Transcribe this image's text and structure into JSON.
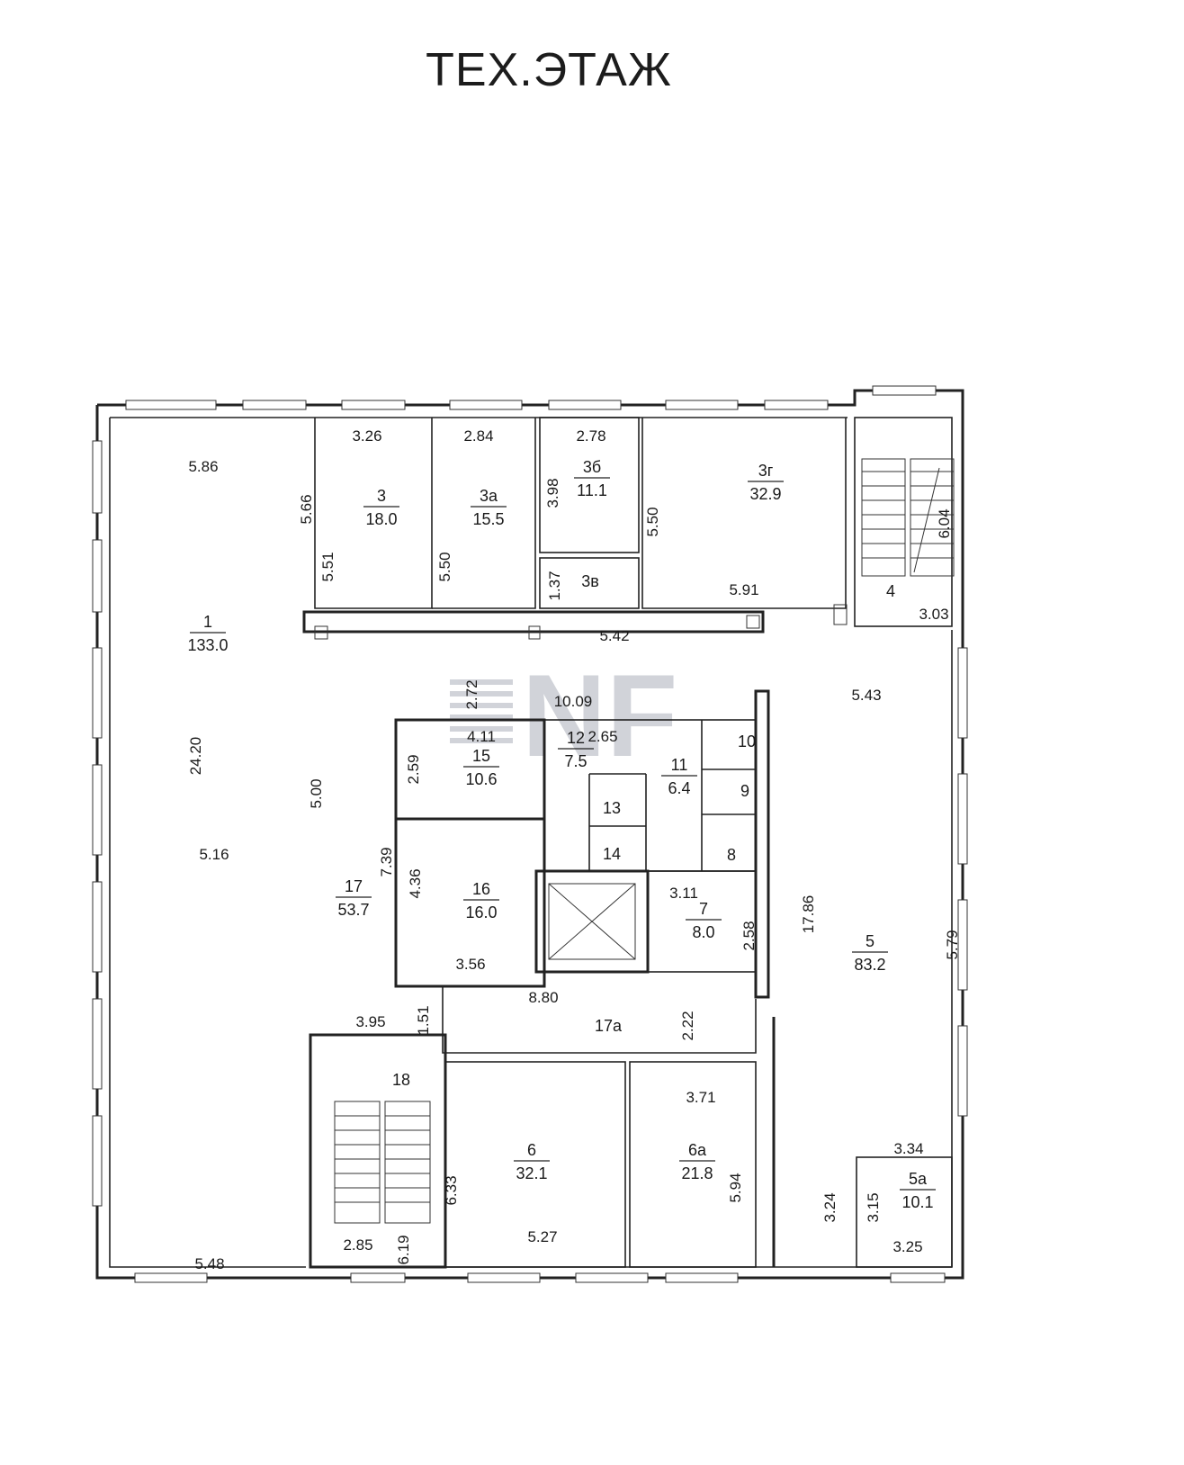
{
  "title": "ТЕХ.ЭТАЖ",
  "watermark": {
    "text": "NF",
    "color": "#c9ccd3"
  },
  "rooms": [
    {
      "id": "1",
      "area": "133.0"
    },
    {
      "id": "3",
      "area": "18.0"
    },
    {
      "id": "3а",
      "area": "15.5"
    },
    {
      "id": "3б",
      "area": "11.1"
    },
    {
      "id": "3в"
    },
    {
      "id": "3г",
      "area": "32.9"
    },
    {
      "id": "4"
    },
    {
      "id": "5",
      "area": "83.2"
    },
    {
      "id": "5а",
      "area": "10.1"
    },
    {
      "id": "6",
      "area": "32.1"
    },
    {
      "id": "6а",
      "area": "21.8"
    },
    {
      "id": "7",
      "area": "8.0"
    },
    {
      "id": "8"
    },
    {
      "id": "9"
    },
    {
      "id": "10"
    },
    {
      "id": "11",
      "area": "6.4"
    },
    {
      "id": "12",
      "area": "7.5"
    },
    {
      "id": "13"
    },
    {
      "id": "14"
    },
    {
      "id": "15",
      "area": "10.6"
    },
    {
      "id": "16",
      "area": "16.0"
    },
    {
      "id": "17",
      "area": "53.7"
    },
    {
      "id": "17а"
    },
    {
      "id": "18"
    }
  ],
  "dimensions": [
    "5.86",
    "3.26",
    "2.84",
    "2.78",
    "3.98",
    "5.66",
    "5.51",
    "5.50",
    "5.50",
    "1.37",
    "5.91",
    "6.04",
    "3.03",
    "5.42",
    "2.72",
    "10.09",
    "5.43",
    "4.11",
    "2.65",
    "2.59",
    "24.20",
    "5.00",
    "7.39",
    "4.36",
    "5.16",
    "3.11",
    "2.58",
    "17.86",
    "5.79",
    "3.56",
    "8.80",
    "1.51",
    "2.22",
    "3.95",
    "3.71",
    "3.34",
    "6.33",
    "5.94",
    "3.24",
    "3.15",
    "3.25",
    "5.27",
    "2.85",
    "6.19",
    "5.48"
  ]
}
